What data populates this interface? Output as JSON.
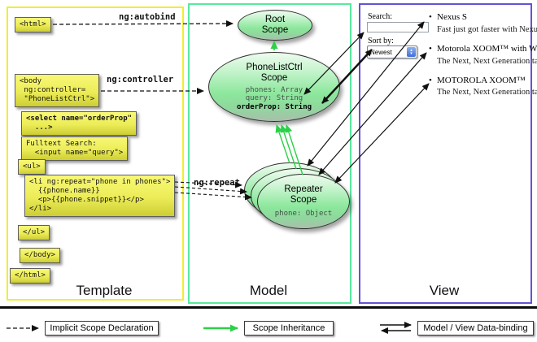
{
  "columns": {
    "template": "Template",
    "model": "Model",
    "view": "View"
  },
  "annotations": {
    "autobind": "ng:autobind",
    "controller": "ng:controller",
    "repeat": "ng:repeat"
  },
  "template_boxes": {
    "html_open": [
      "<html>"
    ],
    "body_open": [
      "<body",
      " ng:controller=",
      " \"PhoneListCtrl\">"
    ],
    "select": [
      "<select name=\"orderProp\"",
      "  ...>"
    ],
    "fulltext": [
      "Fulltext Search:",
      "  <input name=\"query\">"
    ],
    "ul_open": [
      "<ul>"
    ],
    "li_repeat": [
      "<li ng:repeat=\"phone in phones\">",
      "  {{phone.name}}",
      "  <p>{{phone.snippet}}</p>",
      "</li>"
    ],
    "ul_close": [
      "</ul>"
    ],
    "body_close": [
      "</body>"
    ],
    "html_close": [
      "</html>"
    ]
  },
  "model": {
    "root": {
      "line1": "Root",
      "line2": "Scope"
    },
    "phonelistctrl": {
      "line1": "PhoneListCtrl",
      "line2": "Scope",
      "prop1": "phones: Array",
      "prop2": "query: String",
      "prop3": "orderProp: String"
    },
    "repeater": {
      "line1": "Repeater",
      "line2": "Scope",
      "prop1": "phone: Object"
    }
  },
  "view": {
    "search_label": "Search:",
    "search_value": "",
    "sort_label": "Sort by:",
    "sort_value": "Newest",
    "bullet": "•",
    "stepper_up": "▴",
    "stepper_down": "▾",
    "items": [
      {
        "name": "Nexus S",
        "desc": "Fast just got faster with Nexus S."
      },
      {
        "name": "Motorola XOOM™ with Wi-Fi",
        "desc": "The Next, Next Generation tablet."
      },
      {
        "name": "MOTOROLA XOOM™",
        "desc": "The Next, Next Generation tablet."
      }
    ]
  },
  "legend": {
    "implicit": "Implicit Scope Declaration",
    "inheritance": "Scope Inheritance",
    "databinding": "Model / View Data-binding"
  },
  "colors": {
    "template_border": "#f0ee2f",
    "model_border": "#58e89e",
    "view_border": "#6253d4",
    "scope_fill": "#8ce79c",
    "inheritance_green": "#2bd148",
    "code_box_yellow": "#ecec58"
  }
}
